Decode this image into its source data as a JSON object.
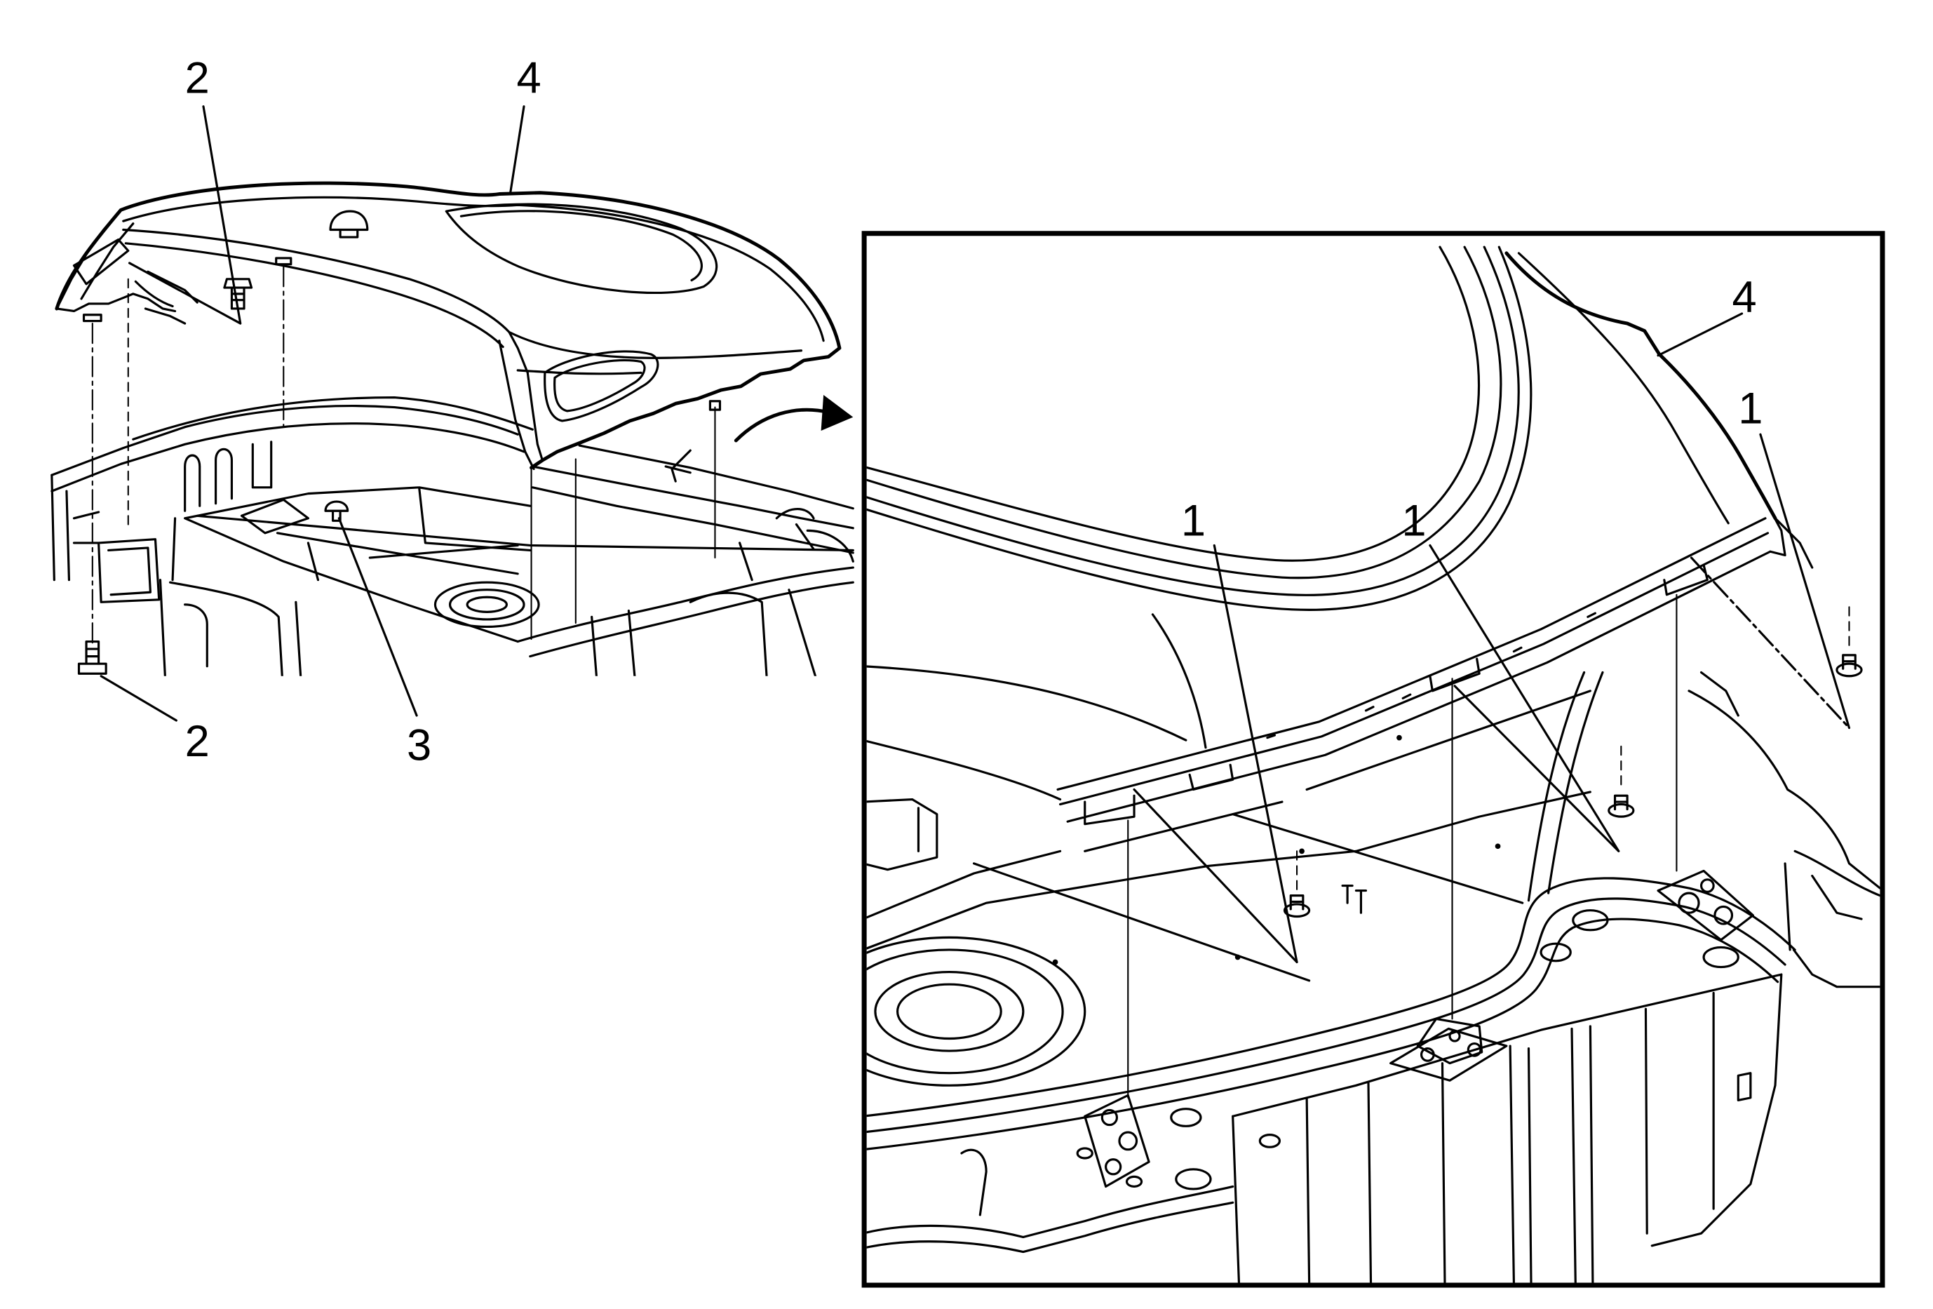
{
  "overview": {
    "callouts": [
      {
        "label": "2"
      },
      {
        "label": "4"
      },
      {
        "label": "2"
      },
      {
        "label": "3"
      }
    ]
  },
  "detail": {
    "callouts": [
      {
        "label": "1"
      },
      {
        "label": "1"
      },
      {
        "label": "4"
      },
      {
        "label": "1"
      }
    ]
  }
}
